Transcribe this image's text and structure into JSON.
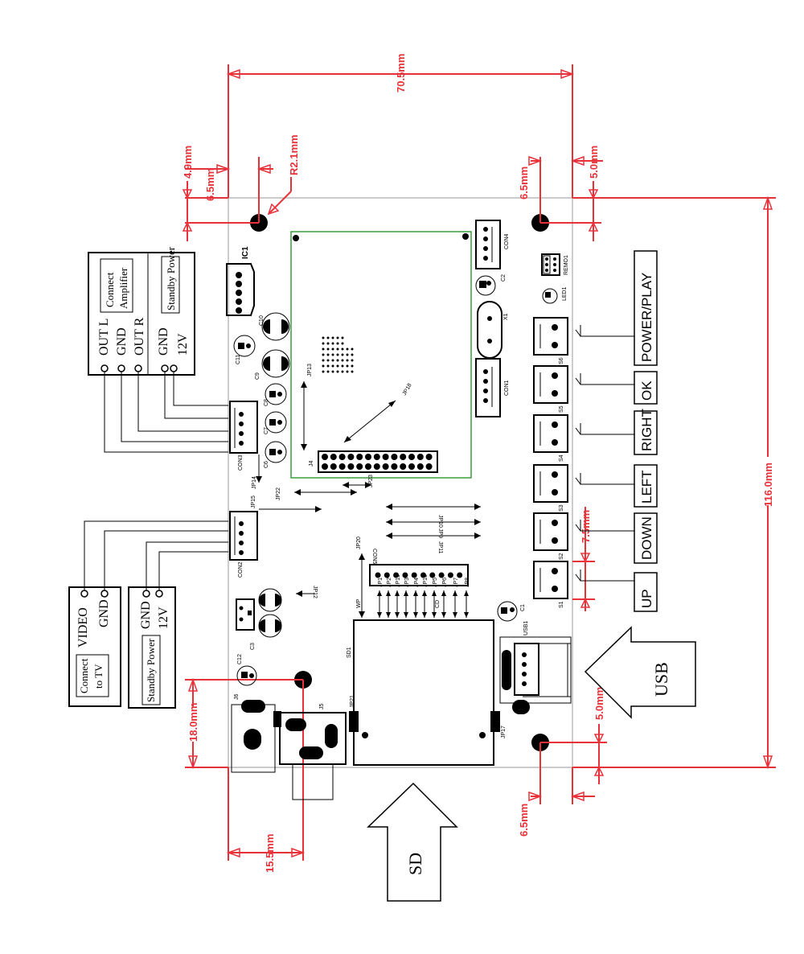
{
  "dimensions": {
    "width_top": "70.5mm",
    "height_right": "116.0mm",
    "left_margin": "4.9mm",
    "left_offset": "6.5mm",
    "radius": "R2.1mm",
    "top_right_offset": "6.5mm",
    "right_margin": "5.0mm",
    "bottom_left_height": "18.0mm",
    "bottom_hole_x": "15.5mm",
    "bottom_right_offset": "6.5mm",
    "usb_offset": "5.0mm",
    "button_spacing": "7.5mm"
  },
  "buttons": [
    {
      "label": "POWER/PLAY",
      "ref": "S6"
    },
    {
      "label": "OK",
      "ref": "S5"
    },
    {
      "label": "RIGHT",
      "ref": "S4"
    },
    {
      "label": "LEFT",
      "ref": "S3"
    },
    {
      "label": "DOWN",
      "ref": "S2"
    },
    {
      "label": "UP",
      "ref": "S1"
    }
  ],
  "audio_box": {
    "out_l": "OUT L",
    "gnd": "GND",
    "out_r": "OUT R",
    "connect_amp_1": "Connect",
    "connect_amp_2": "Amplifier",
    "gnd2": "GND",
    "v12": "12V",
    "standby": "Standby Power"
  },
  "video_box": {
    "video": "VIDEO",
    "gnd": "GND",
    "connect_1": "Connect",
    "connect_2": "to TV",
    "gnd2": "GND",
    "v12": "12V",
    "standby": "Standby Power"
  },
  "arrows": {
    "usb": "USB",
    "sd": "SD"
  },
  "refs": {
    "ic1": "IC1",
    "con4": "CON4",
    "remo1": "REMO1",
    "led1": "LED1",
    "c2": "C2",
    "x1": "X1",
    "con1": "CON1",
    "con3": "CON3",
    "con2": "CON2",
    "con5": "CON5",
    "j4": "J4",
    "jp13": "JP13",
    "jp18": "JP18",
    "jp14": "JP14",
    "jp15": "JP15",
    "jp22": "JP22",
    "jp23": "JP23",
    "jp10": "JP10",
    "jp9": "JP9",
    "jp11": "JP11",
    "jp20": "JP20",
    "jp12": "JP12",
    "jp21": "JP21",
    "jp17": "JP17",
    "sd1": "SD1",
    "usb1": "USB1",
    "c1": "C1",
    "c12": "C12",
    "c3": "C3",
    "j5": "J5",
    "j6": "J6",
    "c10": "C10",
    "c11": "C11",
    "c9": "C9",
    "c8": "C8",
    "c7": "C7",
    "c6": "C6",
    "jp_pins": [
      "JP1",
      "JP2",
      "JP19",
      "JP3",
      "JP4",
      "JP16",
      "JP5",
      "JP6",
      "JP7",
      "JP8"
    ],
    "wp": "WP",
    "cd": "CD"
  }
}
